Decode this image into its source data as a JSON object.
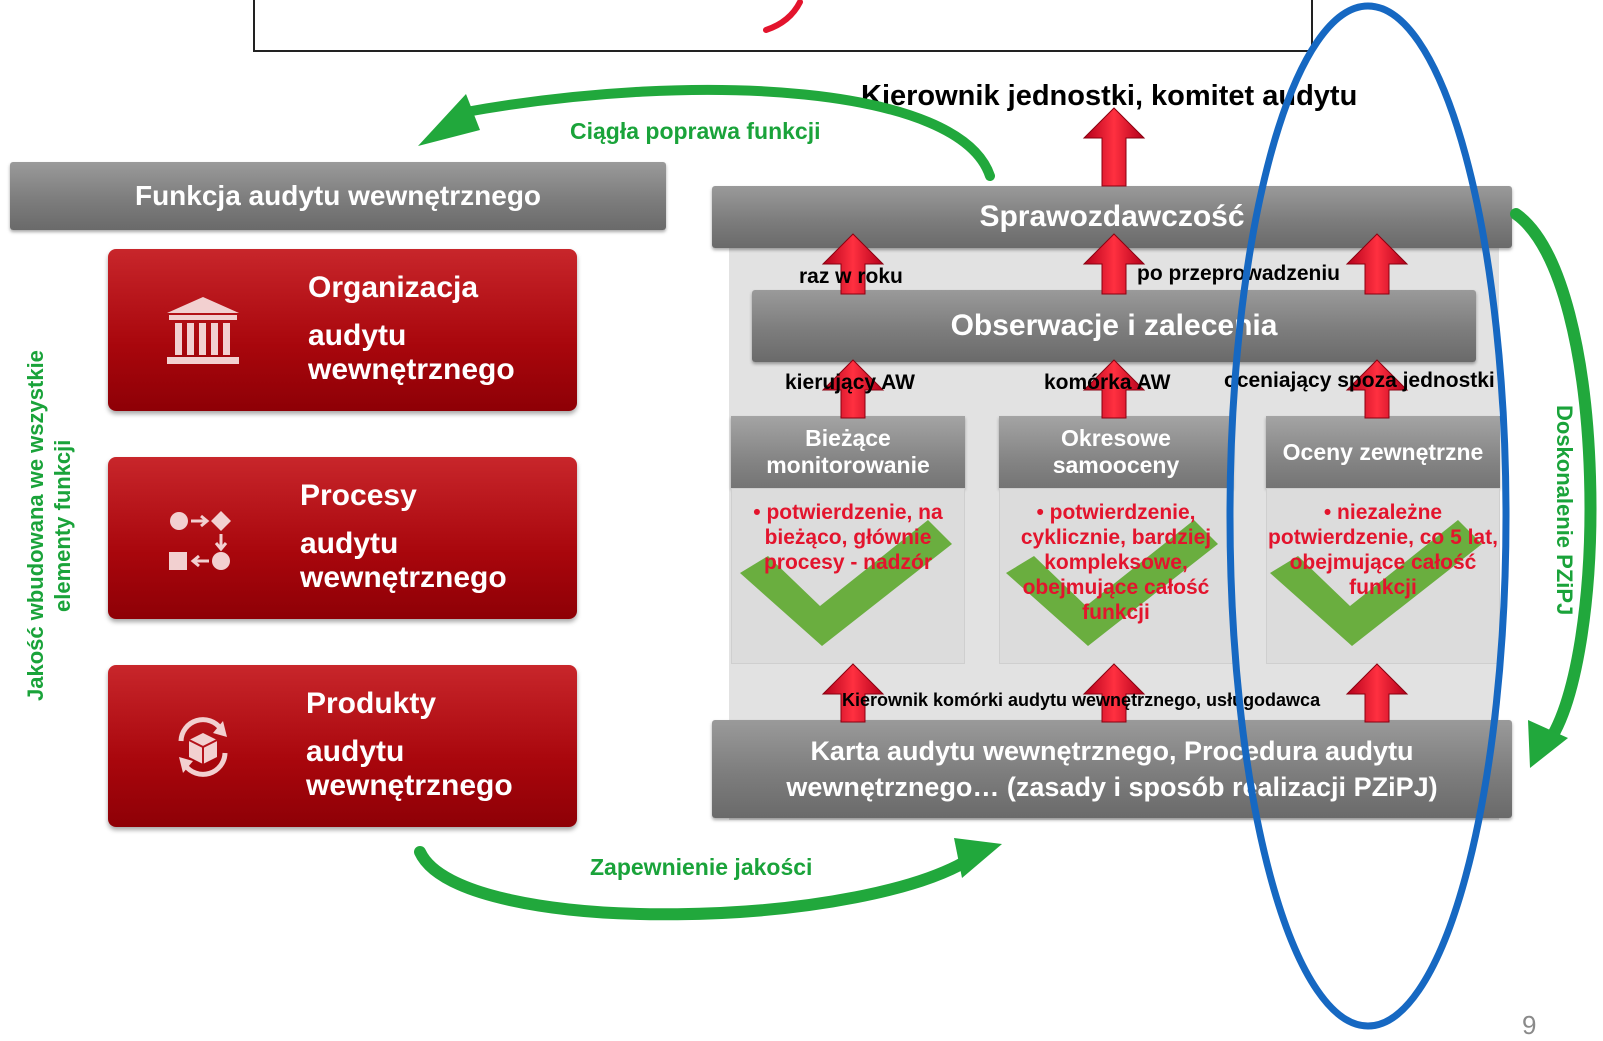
{
  "colors": {
    "accent_red": "#b5111a",
    "green": "#1aa33a",
    "blue_ellipse": "#1668c2",
    "gray_bar": "#7f7f7f",
    "arrow_red": "#e3142d"
  },
  "top": {
    "kierownik": "Kierownik jednostki, komitet audytu"
  },
  "arrows_text": {
    "ciagla": "Ciągła poprawa funkcji",
    "zapewnienie": "Zapewnienie jakości"
  },
  "side_labels": {
    "left": "Jakość wbudowana we wszystkie elementy funkcji",
    "right": "Doskonalenie PZiPJ"
  },
  "function": {
    "header": "Funkcja audytu wewnętrznego",
    "cards": [
      {
        "title": "Organizacja",
        "subtitle": "audytu wewnętrznego",
        "icon": "building-icon"
      },
      {
        "title": "Procesy",
        "subtitle": "audytu wewnętrznego",
        "icon": "process-flow-icon"
      },
      {
        "title": "Produkty",
        "subtitle": "audytu wewnętrznego",
        "icon": "product-cycle-icon"
      }
    ]
  },
  "right": {
    "sprawozdawczosc": "Sprawozdawczość",
    "raz_w_roku": "raz w roku",
    "po_przeprowadzeniu": "po przeprowadzeniu",
    "obserwacje": "Obserwacje i zalecenia",
    "kierujacy": "kierujący AW",
    "komorka": "komórka AW",
    "oceniajacy": "oceniający spoza jednostki",
    "columns": [
      {
        "head": "Bieżące monitorowanie",
        "body": "• potwierdzenie, na bieżąco, głównie procesy - nadzór"
      },
      {
        "head": "Okresowe samooceny",
        "body": "• potwierdzenie, cyklicznie, bardziej kompleksowe, obejmujące całość funkcji"
      },
      {
        "head": "Oceny zewnętrzne",
        "body": "• niezależne potwierdzenie, co 5 lat, obejmujące całość funkcji"
      }
    ],
    "kierownik_komorki": "Kierownik komórki audytu wewnętrznego, usługodawca",
    "karta": "Karta audytu wewnętrznego, Procedura audytu wewnętrznego… (zasady i sposób realizacji PZiPJ)"
  },
  "page_number": "9"
}
